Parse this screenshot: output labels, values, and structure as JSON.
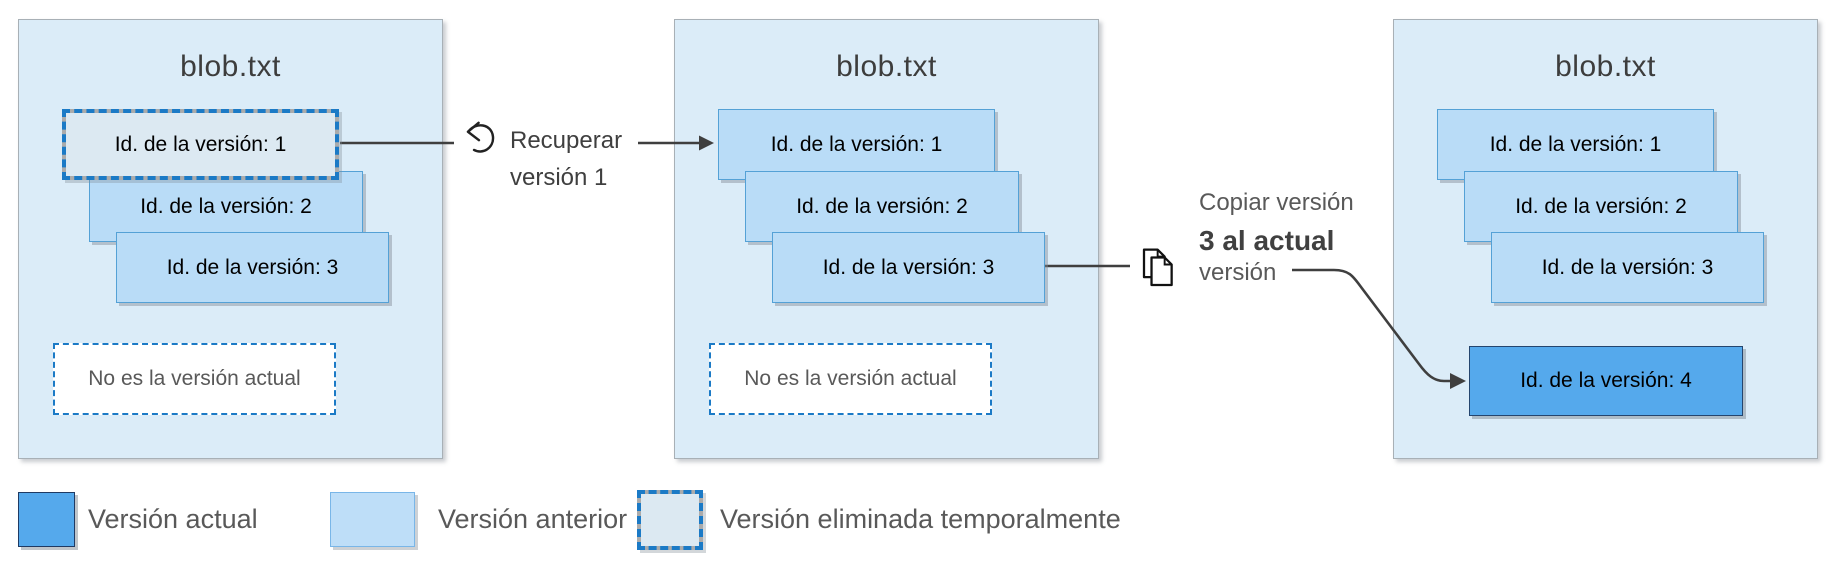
{
  "figure": {
    "panels": [
      {
        "title": "blob.txt",
        "versions": [
          {
            "label": "Id. de la versión: 1",
            "state": "soft-deleted"
          },
          {
            "label": "Id. de la versión: 2",
            "state": "previous"
          },
          {
            "label": "Id. de la versión: 3",
            "state": "previous"
          }
        ],
        "note": "No es la versión actual"
      },
      {
        "title": "blob.txt",
        "versions": [
          {
            "label": "Id. de la versión: 1",
            "state": "previous"
          },
          {
            "label": "Id. de la versión: 2",
            "state": "previous"
          },
          {
            "label": "Id. de la versión: 3",
            "state": "previous"
          }
        ],
        "note": "No es la versión actual"
      },
      {
        "title": "blob.txt",
        "versions": [
          {
            "label": "Id. de la versión: 1",
            "state": "previous"
          },
          {
            "label": "Id. de la versión: 2",
            "state": "previous"
          },
          {
            "label": "Id. de la versión: 3",
            "state": "previous"
          }
        ],
        "current_version": {
          "label": "Id. de la versión: 4",
          "state": "current"
        }
      }
    ],
    "annotations": [
      {
        "icon": "undo-icon",
        "lines": [
          "Recuperar",
          "versión 1"
        ]
      },
      {
        "icon": "copy-icon",
        "lines": [
          "Copiar versión",
          "3 al actual",
          "versión"
        ]
      }
    ],
    "legend": [
      {
        "label": "Versión actual",
        "color": "#55a9ec"
      },
      {
        "label": "Versión anterior",
        "color": "#b9dcf7"
      },
      {
        "label": "Versión eliminada temporalmente",
        "color": "#dce9f2"
      }
    ],
    "colors": {
      "panel_background": "#dbecf8",
      "current_version": "#55a9ec",
      "previous_version": "#b9dcf7",
      "soft_deleted_fill": "#dce9f2",
      "dashed_border_blue": "#1b7ac6",
      "arrow": "#3f3f3f"
    }
  }
}
